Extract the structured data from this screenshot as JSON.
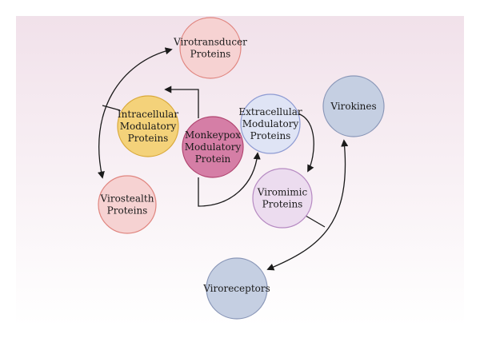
{
  "diagram": {
    "background": {
      "top": "#f1e1ea",
      "bottom": "#ffffff"
    },
    "nodes": [
      {
        "id": "monkeypox",
        "lines": [
          "Monkeypox",
          "Modulatory",
          "Protein"
        ],
        "fill": "#d57ea6",
        "stroke": "#b0446f"
      },
      {
        "id": "intracellular",
        "lines": [
          "Intracellular",
          "Modulatory",
          "Proteins"
        ],
        "fill": "#f4d27a",
        "stroke": "#d9a93a"
      },
      {
        "id": "virotransducer",
        "lines": [
          "Virotransducer",
          "Proteins"
        ],
        "fill": "#f6d2d2",
        "stroke": "#e0857f"
      },
      {
        "id": "virostealth",
        "lines": [
          "Virostealth",
          "Proteins"
        ],
        "fill": "#f6d2d2",
        "stroke": "#e0857f"
      },
      {
        "id": "extracellular",
        "lines": [
          "Extracellular",
          "Modulatory",
          "Proteins"
        ],
        "fill": "#dfe4f5",
        "stroke": "#8e9bd3"
      },
      {
        "id": "viromimic",
        "lines": [
          "Viromimic",
          "Proteins"
        ],
        "fill": "#ecdcef",
        "stroke": "#b68ac2"
      },
      {
        "id": "virokines",
        "lines": [
          "Virokines"
        ],
        "fill": "#c5cfe2",
        "stroke": "#8a97b8"
      },
      {
        "id": "viroreceptors",
        "lines": [
          "Viroreceptors"
        ],
        "fill": "#c5cfe2",
        "stroke": "#8a97b8"
      }
    ],
    "connector_color": "#1a1a1a"
  }
}
